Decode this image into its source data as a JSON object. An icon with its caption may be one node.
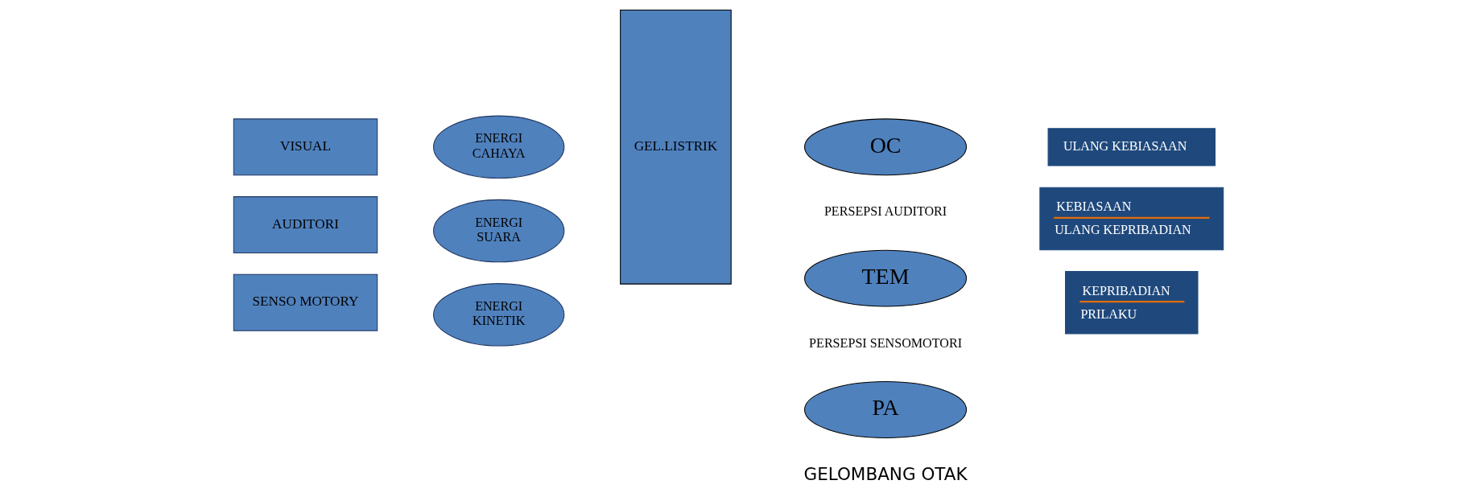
{
  "diagram": {
    "nodes": [
      {
        "text": [
          "VISUAL"
        ]
      },
      {
        "text": [
          "AUDITORI"
        ]
      },
      {
        "text": [
          "SENSO MOTORY"
        ]
      },
      {
        "text": [
          "ENERGI CAHAYA"
        ]
      },
      {
        "text": [
          "ENERGI SUARA"
        ]
      },
      {
        "text": [
          "ENERGI KINETIK"
        ]
      },
      {
        "text": [
          "GEL.LISTRIK"
        ]
      },
      {
        "text": [
          "OC"
        ]
      },
      {
        "text": [
          "TEM"
        ]
      },
      {
        "text": [
          "PA"
        ]
      },
      {
        "text": [
          "ULANG KEBIASAAN"
        ]
      },
      {
        "text": [
          "KEBIASAAN",
          "ULANG KEPRIBADIAN"
        ]
      },
      {
        "text": [
          "KEPRIBADIAN",
          "PRILAKU"
        ]
      }
    ],
    "edges": [],
    "labels": [
      "PERSEPSI AUDITORI",
      "PERSEPSI SENSOMOTORI",
      "GELOMBANG OTAK"
    ]
  }
}
